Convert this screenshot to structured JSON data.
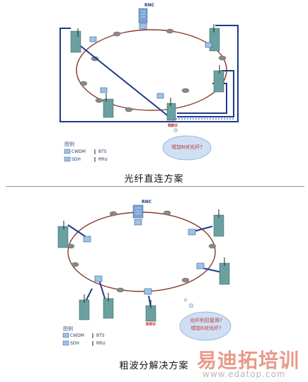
{
  "top": {
    "caption": "光纤直连方案",
    "rnc_label": "RNC",
    "bbu_label": "BBU",
    "legend": {
      "title": "图例",
      "items": [
        "CWDM",
        "BTS",
        "SDH",
        "RRU"
      ]
    },
    "bubble_lines": [
      "增加N对光纤?"
    ]
  },
  "bottom": {
    "caption": "粗波分解决方案",
    "rnc_label": "RNC",
    "bbu_label": "BBU",
    "legend": {
      "title": "图例",
      "items": [
        "CWDM",
        "BTS",
        "SDH",
        "RRU"
      ]
    },
    "bubble_lines": [
      "光纤利旧复用?",
      "增加0对光纤?"
    ]
  },
  "watermark": {
    "brand": "易迪拓培训",
    "url": "www.edatop.com"
  },
  "colors": {
    "ring": "#8a3a2a",
    "fiber": "#1e3a8a",
    "cloud": "#cfe0f5",
    "bubble_text": "#c03030",
    "watermark": "#e89a8a"
  }
}
